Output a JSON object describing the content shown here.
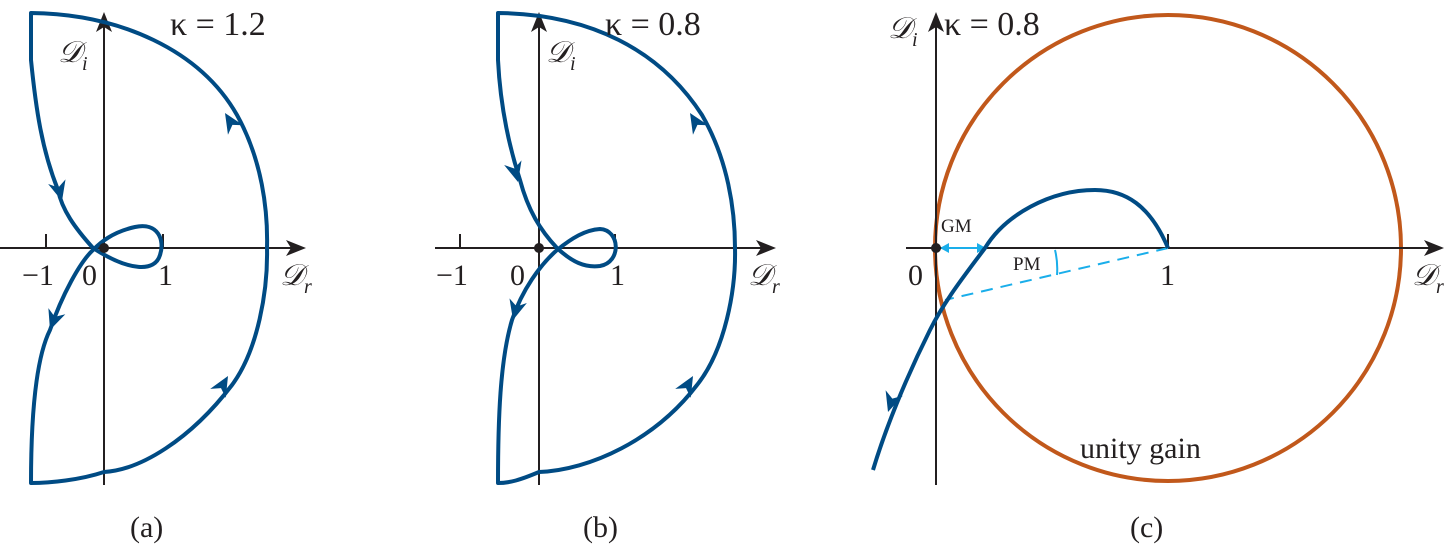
{
  "panels": [
    {
      "kappa_label": "κ = 1.2",
      "y_axis": "𝒟",
      "y_sub": "i",
      "x_axis": "𝒟",
      "x_sub": "r",
      "ticks": [
        "−1",
        "0",
        "1"
      ],
      "caption": "(a)"
    },
    {
      "kappa_label": "κ = 0.8",
      "y_axis": "𝒟",
      "y_sub": "i",
      "x_axis": "𝒟",
      "x_sub": "r",
      "ticks": [
        "−1",
        "0",
        "1"
      ],
      "caption": "(b)"
    },
    {
      "kappa_label": "κ = 0.8",
      "y_axis": "𝒟",
      "y_sub": "i",
      "x_axis": "𝒟",
      "x_sub": "r",
      "ticks": [
        "0",
        "1"
      ],
      "caption": "(c)",
      "gm_label": "GM",
      "pm_label": "PM",
      "circle_label": "unity gain"
    }
  ],
  "colors": {
    "curve": "#004b84",
    "unity_circle": "#c1581b",
    "margins": "#1aaeea"
  }
}
